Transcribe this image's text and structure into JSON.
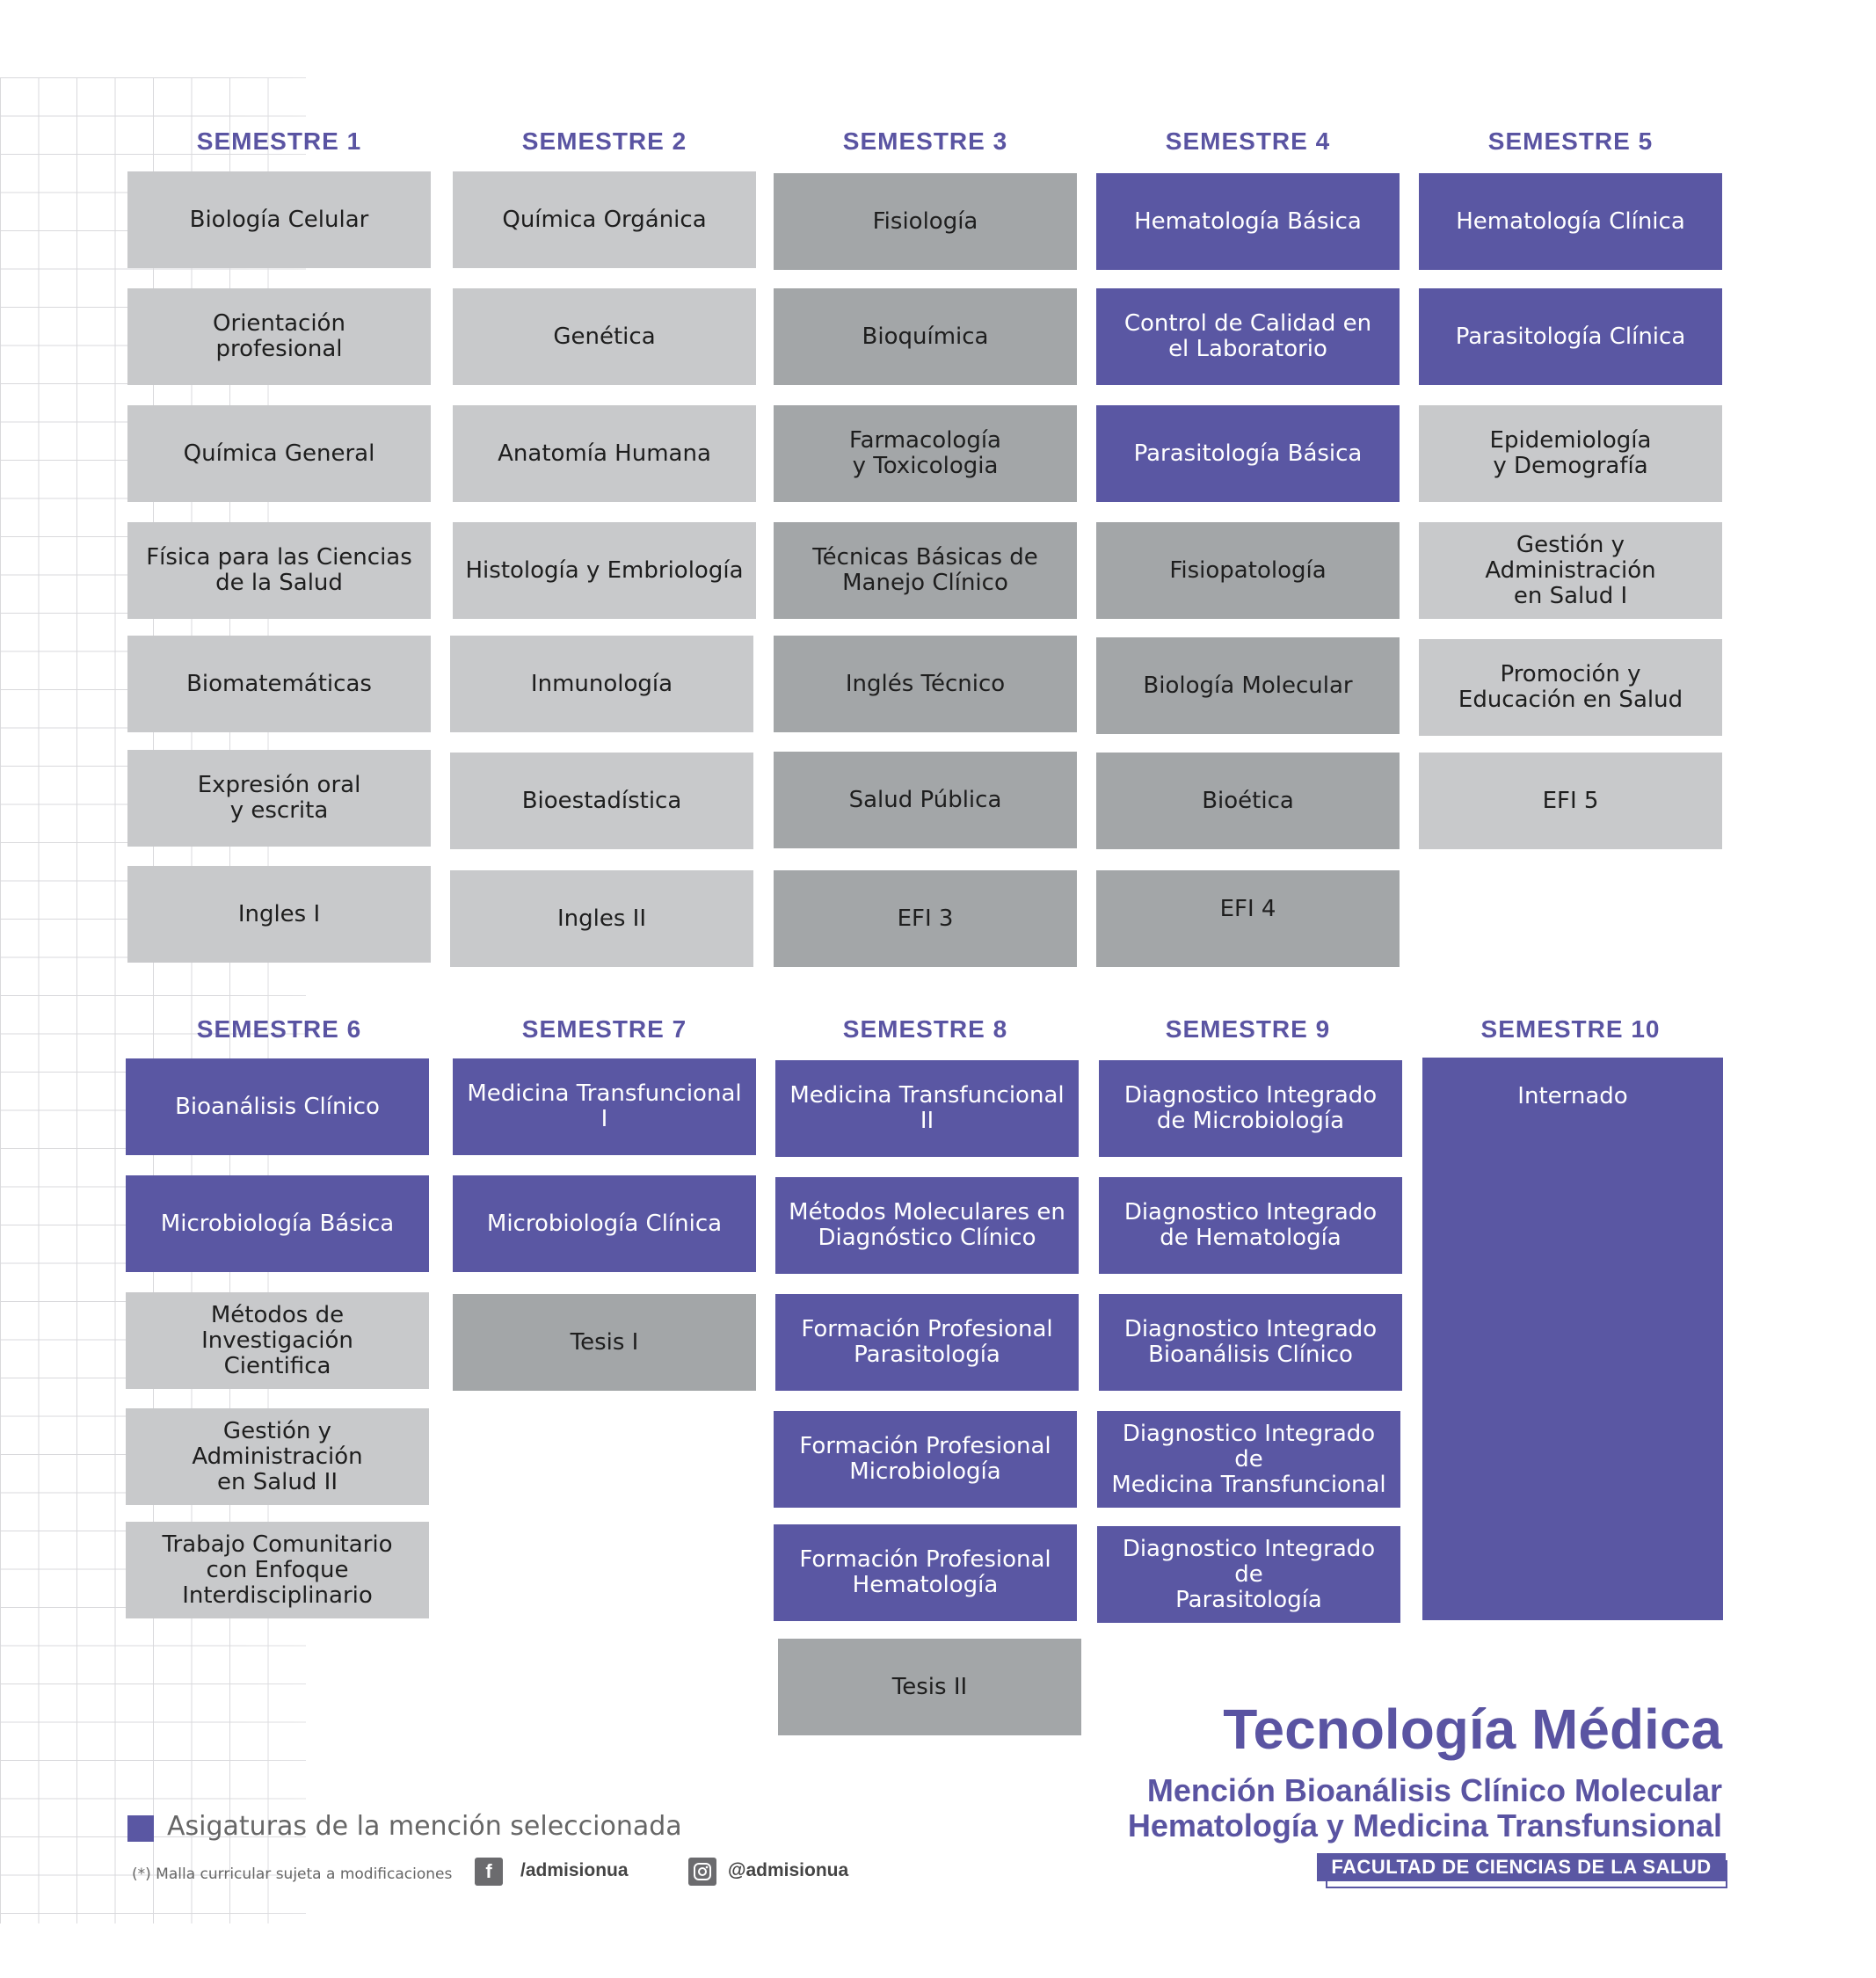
{
  "semesters": [
    {
      "title": "SEMESTRE 1",
      "courses": [
        "Biología Celular",
        "Orientación\nprofesional",
        "Química General",
        "Física para las Ciencias\nde la Salud",
        "Biomatemáticas",
        "Expresión oral\ny escrita",
        "Ingles I"
      ]
    },
    {
      "title": "SEMESTRE 2",
      "courses": [
        "Química Orgánica",
        "Genética",
        "Anatomía Humana",
        "Histología y Embriología",
        "Inmunología",
        "Bioestadística",
        "Ingles II"
      ]
    },
    {
      "title": "SEMESTRE 3",
      "courses": [
        "Fisiología",
        "Bioquímica",
        "Farmacología\ny Toxicologia",
        "Técnicas Básicas de\nManejo Clínico",
        "Inglés Técnico",
        "Salud Pública",
        "EFI 3"
      ]
    },
    {
      "title": "SEMESTRE 4",
      "courses": [
        "Hematología Básica",
        "Control de Calidad en\nel Laboratorio",
        "Parasitología Básica",
        "Fisiopatología",
        "Biología Molecular",
        "Bioética",
        "EFI 4"
      ]
    },
    {
      "title": "SEMESTRE 5",
      "courses": [
        "Hematología Clínica",
        "Parasitología Clínica",
        "Epidemiología\ny Demografía",
        "Gestión y Administración\nen Salud I",
        "Promoción y\nEducación en Salud",
        "EFI 5"
      ]
    },
    {
      "title": "SEMESTRE 6",
      "courses": [
        "Bioanálisis Clínico",
        "Microbiología Básica",
        "Métodos de Investigación\nCientifica",
        "Gestión y Administración\nen Salud II",
        "Trabajo Comunitario\ncon Enfoque\nInterdisciplinario"
      ]
    },
    {
      "title": "SEMESTRE 7",
      "courses": [
        "Medicina Transfuncional I",
        "Microbiología Clínica",
        "Tesis I"
      ]
    },
    {
      "title": "SEMESTRE 8",
      "courses": [
        "Medicina Transfuncional II",
        "Métodos Moleculares en\nDiagnóstico Clínico",
        "Formación Profesional\nParasitología",
        "Formación Profesional\nMicrobiología",
        "Formación Profesional\nHematología",
        "Tesis II"
      ]
    },
    {
      "title": "SEMESTRE 9",
      "courses": [
        "Diagnostico Integrado\nde Microbiología",
        "Diagnostico Integrado\nde Hematología",
        "Diagnostico Integrado\nBioanálisis Clínico",
        "Diagnostico Integrado de\nMedicina Transfuncional",
        "Diagnostico Integrado de\nParasitología"
      ]
    },
    {
      "title": "SEMESTRE 10",
      "courses": [
        "Internado"
      ]
    }
  ],
  "program": {
    "title": "Tecnología Médica",
    "subtitle_1": "Mención Bioanálisis Clínico Molecular",
    "subtitle_2": "Hematología y Medicina Transfunsional",
    "faculty": "FACULTAD DE CIENCIAS DE LA SALUD"
  },
  "legend": {
    "text": "Asigaturas de la mención seleccionada"
  },
  "footer": {
    "note": "(*) Malla curricular sujeta a modificaciones",
    "facebook_icon": "facebook-icon",
    "facebook_handle": "/admisionua",
    "instagram_icon": "instagram-icon",
    "instagram_handle": "@admisionua"
  },
  "colors": {
    "accent": "#5a57a3",
    "light": "#c8c9cb",
    "mid": "#a3a6a8",
    "title": "#5a54a2"
  }
}
